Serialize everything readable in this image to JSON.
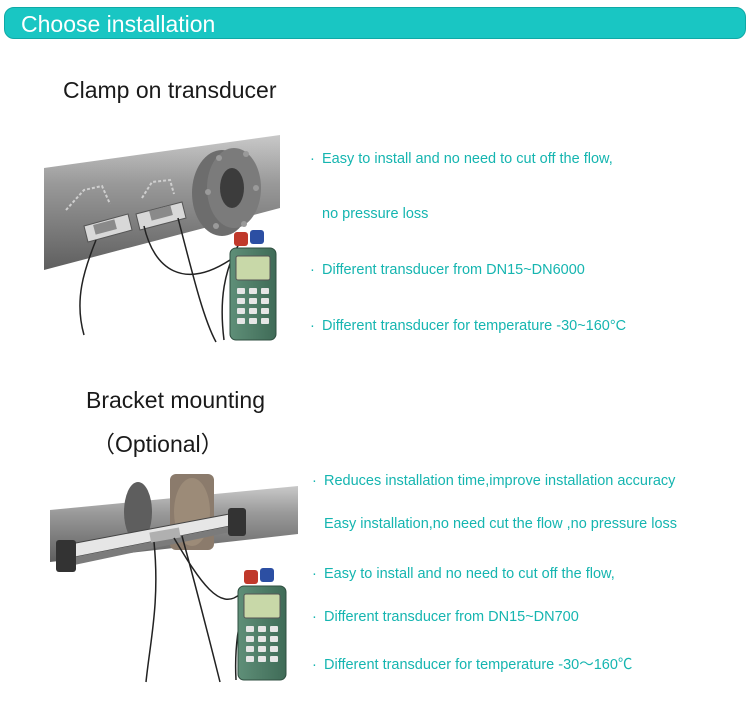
{
  "header": {
    "title": "Choose installation"
  },
  "clamp": {
    "title": "Clamp on transducer",
    "bullets": [
      "Easy to install and no need to cut off the flow,",
      "no pressure loss",
      "Different transducer from DN15~DN6000",
      "Different transducer for temperature -30~160°C"
    ]
  },
  "bracket": {
    "title": "Bracket mounting",
    "subtitle": "（Optional）",
    "bullets": [
      "Reduces installation time,improve installation accuracy",
      "Easy installation,no need cut the flow ,no pressure loss",
      "Easy to install and no need to cut off the flow,",
      "Different transducer from DN15~DN700",
      "Different transducer for temperature  -30〜160℃"
    ]
  },
  "bullet_mark": "·",
  "colors": {
    "accent": "#19c6c3",
    "bullet_text": "#15b5b0"
  }
}
